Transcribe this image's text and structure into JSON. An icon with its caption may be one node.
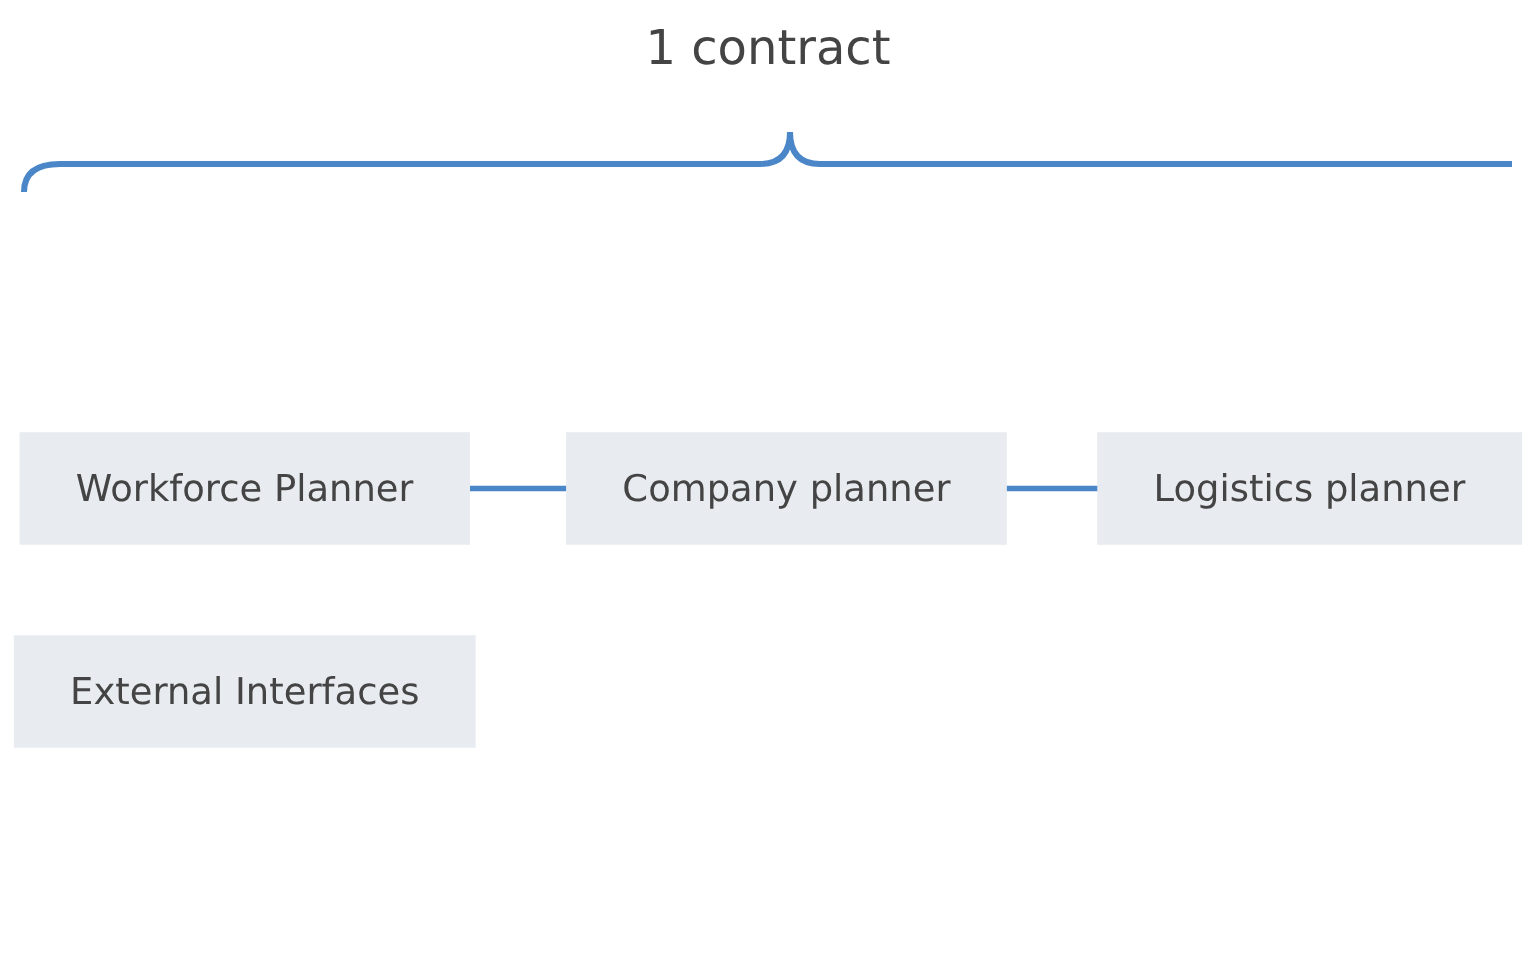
{
  "diagram": {
    "nodes": [
      {
        "text": [
          "Workforce Planner"
        ]
      },
      {
        "text": [
          "Company planner"
        ]
      },
      {
        "text": [
          "Logistics planner"
        ]
      },
      {
        "text": [
          "External Interfaces"
        ]
      }
    ],
    "edges": [
      {
        "from": 0,
        "to": 1,
        "arrow": "none"
      },
      {
        "from": 1,
        "to": 2,
        "arrow": "none"
      }
    ],
    "labels": [
      "1 contract"
    ]
  }
}
